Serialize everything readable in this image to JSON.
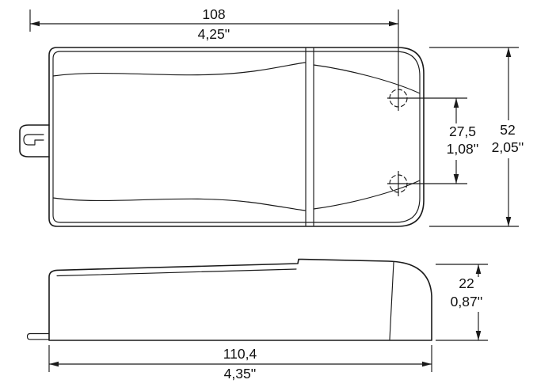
{
  "drawing": {
    "type": "technical-dimension-drawing",
    "views": [
      "top-view",
      "side-view"
    ],
    "line_color": "#1a1a1a",
    "background": "#ffffff"
  },
  "dimensions": {
    "body_width": {
      "mm": "108",
      "inch": "4,25''"
    },
    "body_height": {
      "mm": "52",
      "inch": "2,05''"
    },
    "hole_spacing": {
      "mm": "27,5",
      "inch": "1,08''"
    },
    "profile_height": {
      "mm": "22",
      "inch": "0,87''"
    },
    "overall_length": {
      "mm": "110,4",
      "inch": "4,35''"
    }
  }
}
